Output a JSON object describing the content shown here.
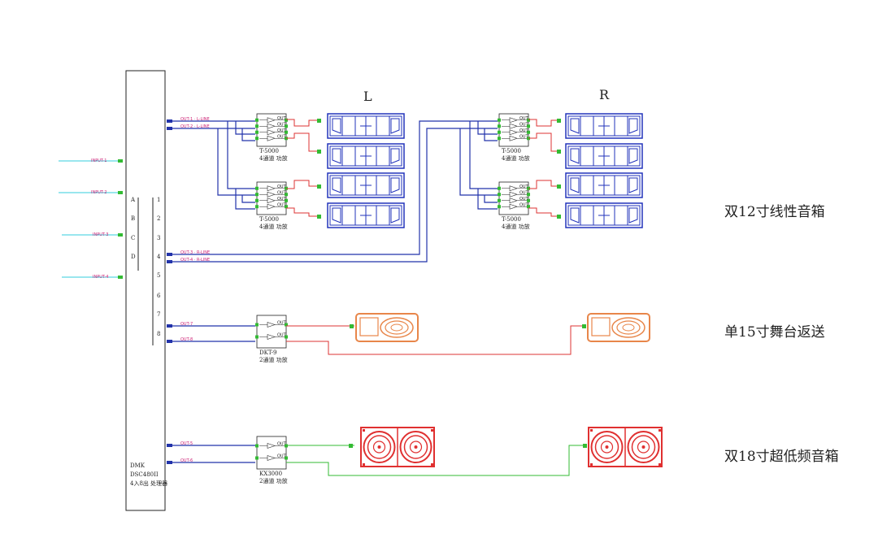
{
  "section_labels": {
    "left": "L",
    "right": "R"
  },
  "row_labels": {
    "line_array": "双12寸线性音箱",
    "monitor": "单15寸舞台返送",
    "subwoofer": "双18寸超低频音箱"
  },
  "processor": {
    "brand": "DMK",
    "model": "DSC480II",
    "desc": "4入8出 处理器",
    "inputs": [
      "A",
      "B",
      "C",
      "D"
    ],
    "outputs": [
      "1",
      "2",
      "3",
      "4",
      "5",
      "6",
      "7",
      "8"
    ]
  },
  "amplifiers": {
    "L_top": {
      "model": "T-5000",
      "desc": "4通道 功放"
    },
    "L_bottom": {
      "model": "T-5000",
      "desc": "4通道 功放"
    },
    "R_top": {
      "model": "T-5000",
      "desc": "4通道 功放"
    },
    "R_bottom": {
      "model": "T-5000",
      "desc": "4通道 功放"
    },
    "monitor": {
      "model": "DKT-9",
      "desc": "2通道 功放"
    },
    "sub": {
      "model": "KX3000",
      "desc": "2通道 功放"
    }
  },
  "colors": {
    "cyan_wire": "#33ccdd",
    "blue_wire": "#2233aa",
    "red_wire": "#dd3333",
    "green_wire": "#33bb33",
    "line_array": "#2233bb",
    "monitor": "#e8864a",
    "subwoofer": "#e03030",
    "magenta_text": "#cc2277"
  }
}
